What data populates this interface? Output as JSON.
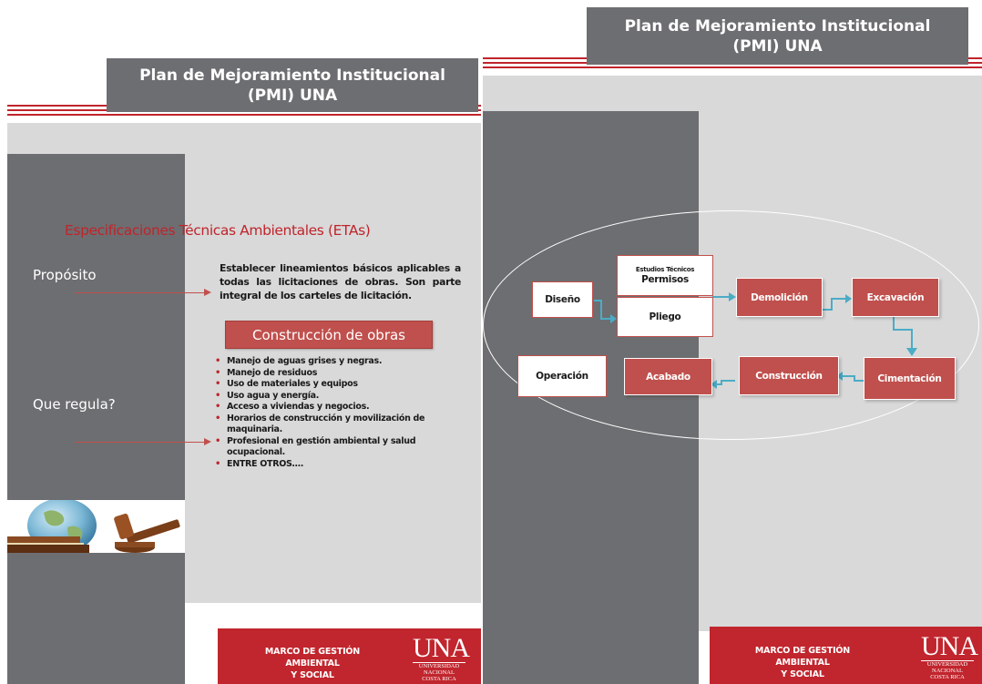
{
  "left_slide": {
    "title_line1": "Plan de Mejoramiento Institucional",
    "title_line2": "(PMI) UNA",
    "heading": "Especificaciones Técnicas Ambientales (ETAs)",
    "label_proposito": "Propósito",
    "label_que_regula": "Que regula?",
    "purpose_text": "Establecer lineamientos básicos aplicables a todas las licitaciones de obras. Son parte integral de los carteles de licitación.",
    "construccion_title": "Construcción de obras",
    "bullets": [
      "Manejo de aguas grises y negras.",
      "Manejo de residuos",
      "Uso de materiales y equipos",
      "Uso  agua y energía.",
      "Acceso a viviendas y negocios.",
      "Horarios de construcción y movilización de maquinaria.",
      "Profesional en gestión ambiental y salud ocupacional.",
      "ENTRE OTROS…."
    ],
    "footer_line1": "MARCO DE GESTIÓN  AMBIENTAL",
    "footer_line2": "Y SOCIAL"
  },
  "right_slide": {
    "title_line1": "Plan de Mejoramiento Institucional",
    "title_line2": "(PMI) UNA",
    "flow": {
      "diseno": "Diseño",
      "estudios": "Estudios Técnicos",
      "permisos": "Permisos",
      "pliego": "Pliego",
      "demolicion": "Demolición",
      "excavacion": "Excavación",
      "cimentacion": "Cimentación",
      "construccion": "Construcción",
      "acabado": "Acabado",
      "operacion": "Operación"
    },
    "footer_line1": "MARCO DE GESTIÓN  AMBIENTAL",
    "footer_line2": "Y SOCIAL"
  },
  "logo": {
    "text": "UNA",
    "sub1": "UNIVERSIDAD",
    "sub2": "NACIONAL",
    "sub3": "COSTA RICA"
  },
  "colors": {
    "accent_red": "#c0242b",
    "box_red": "#c0504d",
    "panel_gray": "#6d6e71",
    "slide_bg": "#d9d9d9",
    "arrow_teal": "#4bacc6"
  }
}
